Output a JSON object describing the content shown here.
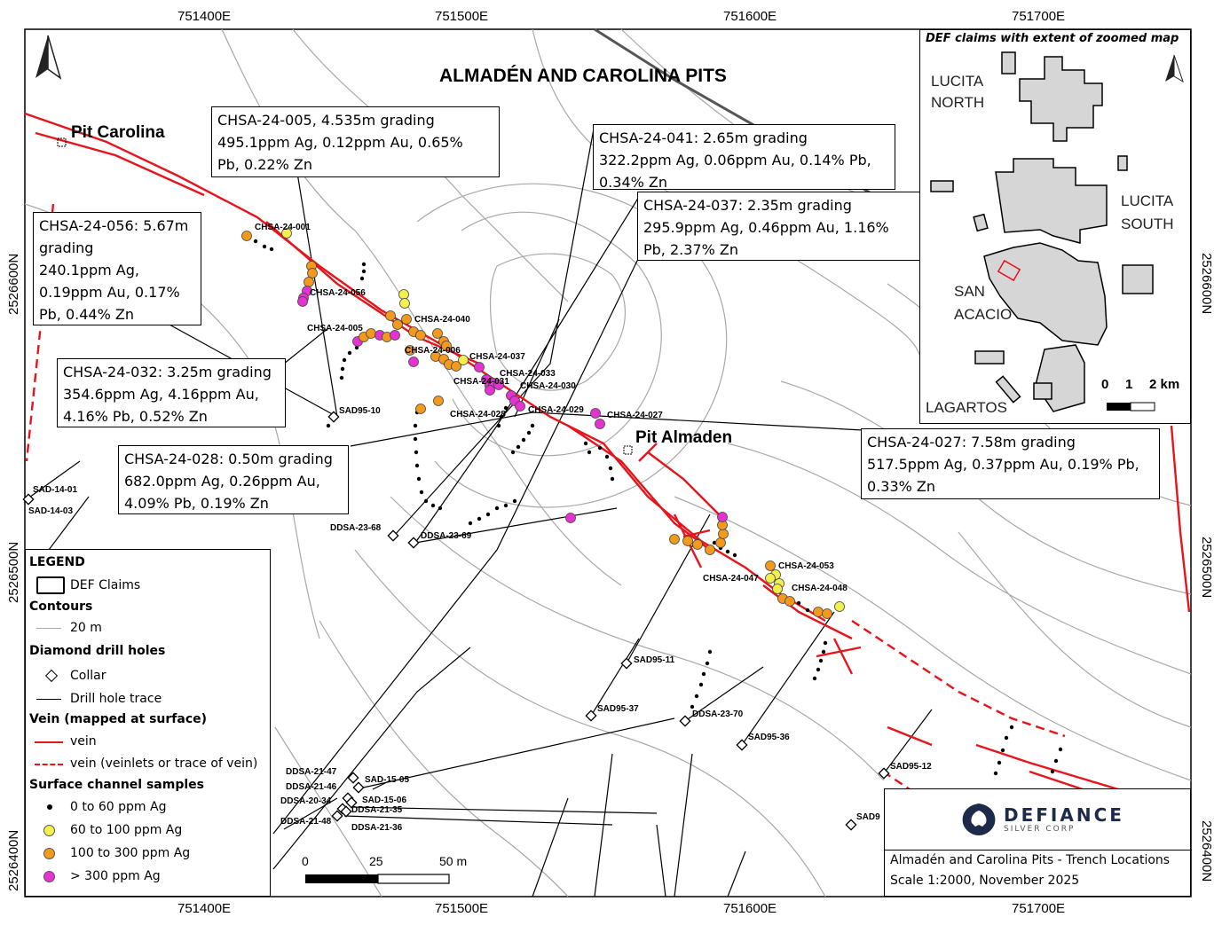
{
  "title": "ALMADÉN AND CAROLINA PITS",
  "axes": {
    "easting_top": [
      "751400E",
      "751500E",
      "751600E",
      "751700E"
    ],
    "easting_bottom": [
      "751400E",
      "751500E",
      "751600E",
      "751700E"
    ],
    "northing_left": [
      "2526600N",
      "2526500N",
      "2526400N"
    ],
    "northing_right": [
      "2526600N",
      "2526500N",
      "2526400N"
    ]
  },
  "places": {
    "pit_carolina": "Pit Carolina",
    "pit_almaden": "Pit Almaden"
  },
  "callouts": [
    {
      "id": "c005",
      "lines": [
        "CHSA-24-005,  4.535m grading",
        "495.1ppm Ag, 0.12ppm Au, 0.65%",
        "Pb, 0.22% Zn"
      ]
    },
    {
      "id": "c041",
      "lines": [
        "CHSA-24-041:  2.65m grading",
        "322.2ppm Ag, 0.06ppm Au, 0.14% Pb,",
        "0.34% Zn"
      ]
    },
    {
      "id": "c037",
      "lines": [
        "CHSA-24-037:  2.35m grading",
        "295.9ppm Ag, 0.46ppm Au, 1.16%",
        "Pb, 2.37% Zn"
      ]
    },
    {
      "id": "c056",
      "lines": [
        "CHSA-24-056:  5.67m",
        "grading",
        "240.1ppm Ag,",
        "0.19ppm Au, 0.17%",
        "Pb, 0.44% Zn"
      ]
    },
    {
      "id": "c032",
      "lines": [
        "CHSA-24-032:  3.25m grading",
        "354.6ppm Ag, 4.16ppm Au,",
        "4.16% Pb, 0.52% Zn"
      ]
    },
    {
      "id": "c028",
      "lines": [
        "CHSA-24-028:  0.50m grading",
        "682.0ppm Ag, 0.26ppm Au,",
        "4.09% Pb, 0.19% Zn"
      ]
    },
    {
      "id": "c027",
      "lines": [
        "CHSA-24-027:  7.58m grading",
        "517.5ppm Ag, 0.37ppm Au, 0.19% Pb,",
        "0.33% Zn"
      ]
    }
  ],
  "trench_labels": [
    "CHSA-24-001",
    "CHSA-24-056",
    "CHSA-24-005",
    "CHSA-24-040",
    "CHSA-24-006",
    "CHSA-24-037",
    "CHSA-24-031",
    "CHSA-24-033",
    "CHSA-24-030",
    "CHSA-24-028",
    "CHSA-24-029",
    "CHSA-24-027",
    "CHSA-24-053",
    "CHSA-24-047",
    "CHSA-24-048"
  ],
  "drill_labels": [
    "SAD95-10",
    "SAD-14-01",
    "SAD-14-03",
    "DDSA-23-68",
    "DDSA-23-69",
    "SAD95-11",
    "SAD95-37",
    "DDSA-23-70",
    "SAD95-36",
    "SAD95-12",
    "SAD9",
    "DDSA-21-47",
    "DDSA-21-46",
    "SAD-15-05",
    "DDSA-20-34",
    "SAD-15-06",
    "DDSA-21-35",
    "DDSA-21-48",
    "DDSA-21-36"
  ],
  "scalebar": {
    "ticks": [
      "0",
      "25",
      "50 m"
    ]
  },
  "legend": {
    "title": "LEGEND",
    "def_claims": "DEF Claims",
    "contours_h": "Contours",
    "contour_20": "20 m",
    "drill_h": "Diamond drill holes",
    "collar": "Collar",
    "trace": "Drill hole trace",
    "vein_h": "Vein (mapped at surface)",
    "vein": "vein",
    "vein_dashed": "vein (veinlets or trace of vein)",
    "channel_h": "Surface channel samples",
    "s1": "0 to 60 ppm Ag",
    "s2": "60 to 100 ppm Ag",
    "s3": "100 to 300 ppm Ag",
    "s4": "> 300 ppm Ag"
  },
  "sample_colors": {
    "low": "#000000",
    "mid": "#f2f04a",
    "high": "#f39a1c",
    "very_high": "#e632d2"
  },
  "vein_color": "#e8141c",
  "inset": {
    "title": "DEF claims with extent of zoomed map",
    "lucita_north": [
      "LUCITA",
      "NORTH"
    ],
    "lucita_south": [
      "LUCITA",
      "SOUTH"
    ],
    "san_acacio": [
      "SAN",
      "ACACIO"
    ],
    "lagartos": "LAGARTOS",
    "scale": [
      "0",
      "1",
      "2 km"
    ]
  },
  "footer": {
    "brand": "DEFIANCE",
    "sub": "SILVER CORP",
    "caption_1": "Almadén and Carolina Pits - Trench Locations",
    "caption_2": "Scale 1:2000, November 2025"
  }
}
